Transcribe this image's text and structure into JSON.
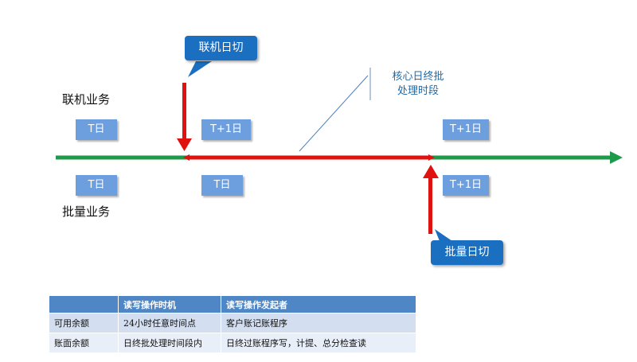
{
  "labels": {
    "online": "联机业务",
    "batch": "批量业务"
  },
  "callouts": {
    "online_cut": "联机日切",
    "batch_cut": "批量日切",
    "core_line1": "核心日终批",
    "core_line2": "处理时段"
  },
  "online_boxes": [
    "T日",
    "T+1日",
    "T+1日"
  ],
  "batch_boxes": [
    "T日",
    "T日",
    "T+1日"
  ],
  "colors": {
    "timeline": "#1f9a4a",
    "batch_period": "#e0120f",
    "box": "#6d9edd",
    "callout": "#1b6fc0",
    "table_header": "#4f86c6"
  },
  "table": {
    "headers": [
      "",
      "读写操作时机",
      "读写操作发起者"
    ],
    "rows": [
      [
        "可用余额",
        "24小时任意时间点",
        "客户账记账程序"
      ],
      [
        "账面余额",
        "日终批处理时间段内",
        "日终过账程序写，计提、总分检查读"
      ]
    ]
  }
}
